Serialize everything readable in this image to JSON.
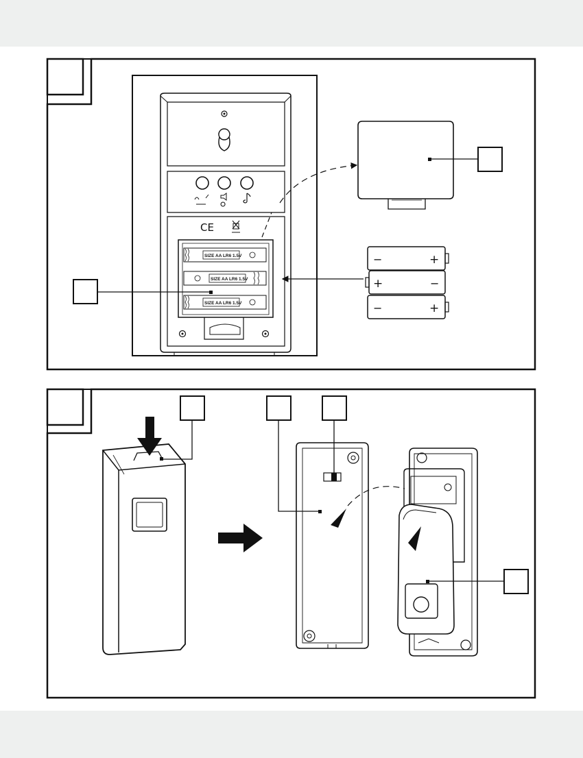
{
  "page_bands": {
    "color": "#eef0ef"
  },
  "figure_a": {
    "callout_boxes": [
      "",
      "",
      ""
    ],
    "battery_compartment_labels": [
      "SIZE AA LR6 1.5V",
      "SIZE AA LR6 1.5V",
      "SIZE AA LR6 1.5V"
    ],
    "loose_batteries": [
      {
        "left_sign": "−",
        "right_sign": "+"
      },
      {
        "left_sign": "+",
        "right_sign": "−"
      },
      {
        "left_sign": "−",
        "right_sign": "+"
      }
    ],
    "marks": {
      "ce": "CE"
    },
    "icons": [
      "melody-select-icon",
      "volume-icon",
      "music-note-icon",
      "wall-mount-keyhole-icon",
      "crossed-bin-icon"
    ]
  },
  "figure_b": {
    "callout_boxes": [
      "",
      "",
      "",
      ""
    ],
    "icons": [
      "press-down-arrow-icon",
      "next-step-arrow-icon",
      "rotate-arrow-icon"
    ]
  }
}
